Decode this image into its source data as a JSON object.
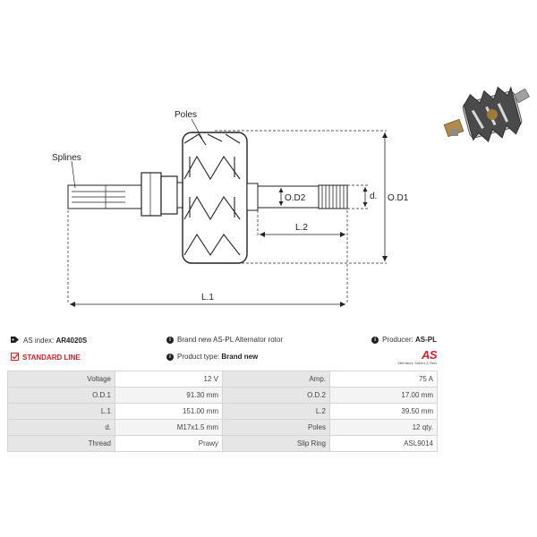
{
  "diagram": {
    "labels": {
      "poles": "Poles",
      "splines": "Splines",
      "od2": "O.D2",
      "d": "d.",
      "od1": "O.D1",
      "l2": "L.2",
      "l1": "L.1"
    }
  },
  "header": {
    "as_index_label": "AS index:",
    "as_index_value": "AR4020S",
    "description": "Brand new AS-PL Alternator rotor",
    "producer_label": "Producer:",
    "producer_value": "AS-PL",
    "line_label": "STANDARD LINE",
    "product_type_label": "Product type:",
    "product_type_value": "Brand new"
  },
  "brand": {
    "logo_text": "AS",
    "tagline": "Alternators, Starters & Parts"
  },
  "specs": {
    "rows": [
      {
        "label1": "Voltage",
        "value1": "12 V",
        "label2": "Amp.",
        "value2": "75 A"
      },
      {
        "label1": "O.D.1",
        "value1": "91.30 mm",
        "label2": "O.D.2",
        "value2": "17.00 mm"
      },
      {
        "label1": "L.1",
        "value1": "151.00 mm",
        "label2": "L.2",
        "value2": "39.50 mm"
      },
      {
        "label1": "d.",
        "value1": "M17x1.5 mm",
        "label2": "Poles",
        "value2": "12 qty."
      },
      {
        "label1": "Thread",
        "value1": "Prawy",
        "label2": "Slip Ring",
        "value2": "ASL9014"
      }
    ]
  },
  "colors": {
    "accent": "#d62027",
    "label_bg": "#e6e6e6",
    "border": "#d4d4d4"
  },
  "icons": [
    "tag-icon",
    "info-icon",
    "check-square-icon"
  ]
}
